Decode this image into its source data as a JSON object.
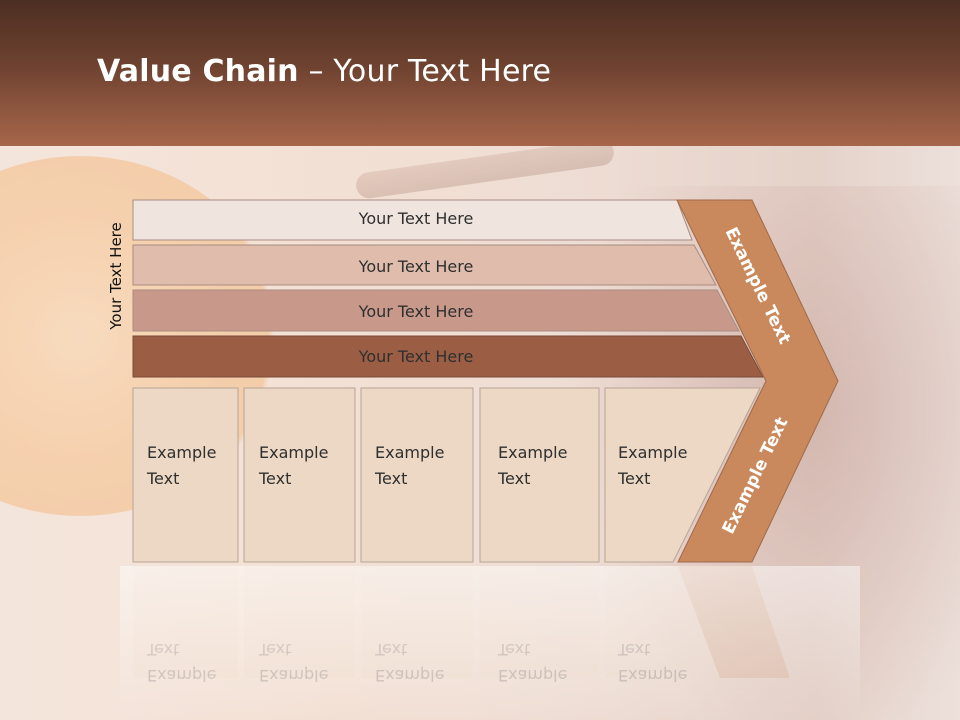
{
  "title": {
    "bold": "Value Chain",
    "rest": " – Your Text Here"
  },
  "side_label": "Your Text Here",
  "bands": [
    {
      "label": "Your Text Here",
      "color": "#f0e4df"
    },
    {
      "label": "Your Text Here",
      "color": "#dfbcac"
    },
    {
      "label": "Your Text Here",
      "color": "#c8998a"
    },
    {
      "label": "Your Text Here",
      "color": "#9b5e45"
    }
  ],
  "columns": [
    {
      "line1": "Example",
      "line2": "Text"
    },
    {
      "line1": "Example",
      "line2": "Text"
    },
    {
      "line1": "Example",
      "line2": "Text"
    },
    {
      "line1": "Example",
      "line2": "Text"
    },
    {
      "line1": "Example",
      "line2": "Text"
    }
  ],
  "chevron": {
    "top_label": "Example Text",
    "bottom_label": "Example Text",
    "color": "#c9895c"
  },
  "colors": {
    "column_fill": "#ecd8c4",
    "column_stroke": "#b8a497"
  }
}
